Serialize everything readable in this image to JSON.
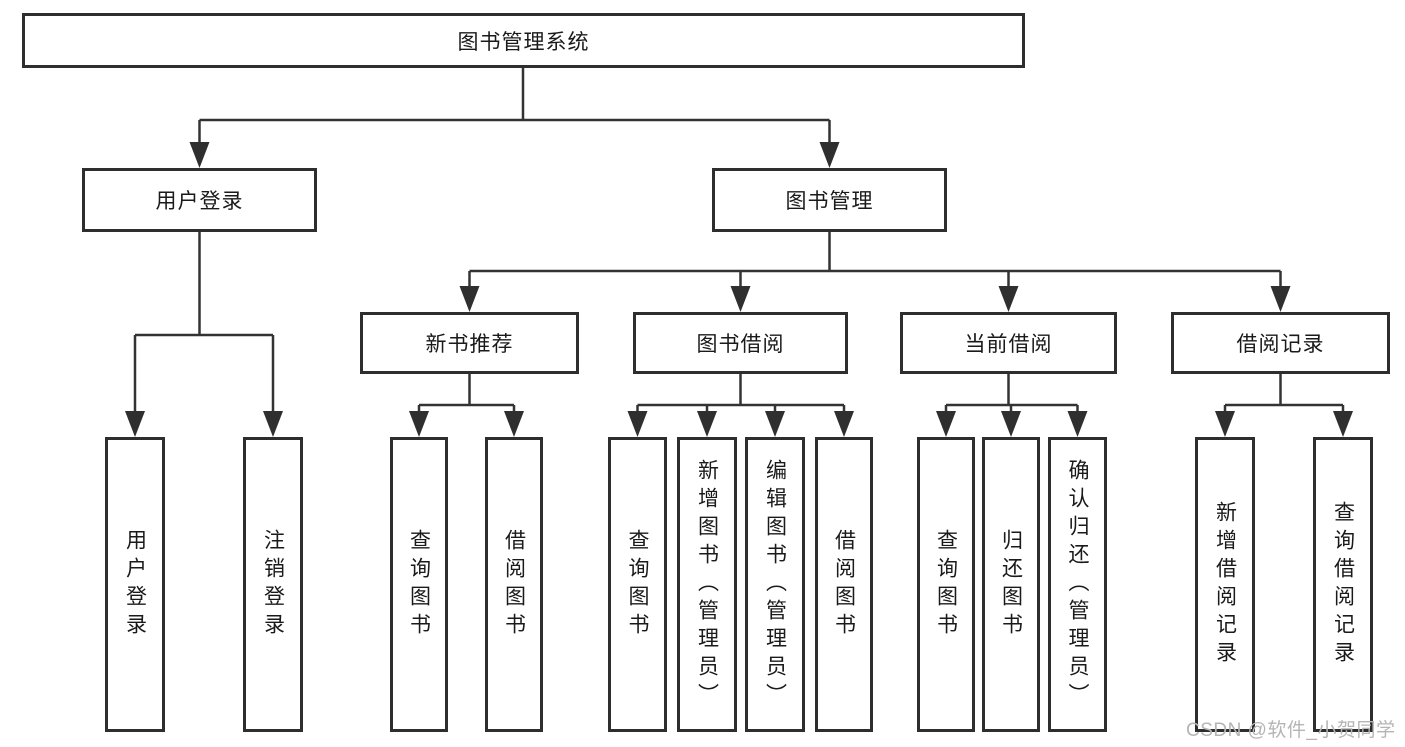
{
  "diagram": {
    "root": {
      "label": "图书管理系统"
    },
    "level2": {
      "user_login": {
        "label": "用户登录"
      },
      "book_mgmt": {
        "label": "图书管理"
      }
    },
    "level3": {
      "new_book": {
        "label": "新书推荐"
      },
      "borrow": {
        "label": "图书借阅"
      },
      "current": {
        "label": "当前借阅"
      },
      "records": {
        "label": "借阅记录"
      }
    },
    "leaves": {
      "login": {
        "label": "用户登录"
      },
      "logout": {
        "label": "注销登录"
      },
      "nb_query": {
        "label": "查询图书"
      },
      "nb_borrow": {
        "label": "借阅图书"
      },
      "b_query": {
        "label": "查询图书"
      },
      "b_add": {
        "label": "新增图书（管理员）"
      },
      "b_edit": {
        "label": "编辑图书（管理员）"
      },
      "b_borrow": {
        "label": "借阅图书"
      },
      "c_query": {
        "label": "查询图书"
      },
      "c_return": {
        "label": "归还图书"
      },
      "c_confirm": {
        "label": "确认归还（管理员）"
      },
      "r_add": {
        "label": "新增借阅记录"
      },
      "r_query": {
        "label": "查询借阅记录"
      }
    },
    "watermark": {
      "text": "CSDN @软件_小贺同学"
    },
    "colors": {
      "line": "#333333",
      "box_border": "#2e2e2e",
      "text": "#1a1a1a",
      "watermark": "#b5b5b5",
      "background": "#ffffff"
    }
  }
}
